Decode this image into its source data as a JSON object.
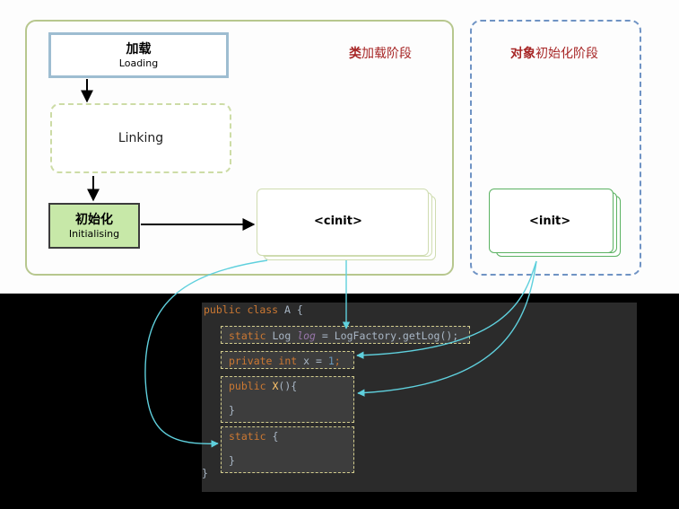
{
  "class_stage": {
    "title_strong": "类",
    "title_rest": "加载阶段",
    "loading": {
      "zh": "加载",
      "en": "Loading"
    },
    "linking": {
      "label": "Linking"
    },
    "initialising": {
      "zh": "初始化",
      "en": "Initialising"
    },
    "cinit": {
      "label": "<cinit>"
    }
  },
  "object_stage": {
    "title_strong": "对象",
    "title_rest": "初始化阶段",
    "init": {
      "label": "<init>"
    }
  },
  "code": {
    "class_decl": {
      "kw1": "public",
      "kw2": "class",
      "name": "A",
      "brace": "{"
    },
    "static_field": {
      "kw": "static",
      "type": "Log",
      "var": "log",
      "rest": " = LogFactory.getLog();"
    },
    "private_field": {
      "kw1": "private",
      "kw2": "int",
      "rest": " x = ",
      "num": "1",
      "end": ";"
    },
    "constructor": {
      "kw": "public",
      "name": "X",
      "rest": "(){",
      "close": "}"
    },
    "static_block": {
      "kw": "static",
      "rest": " {",
      "close": "}"
    },
    "class_close": "}"
  },
  "colors": {
    "class_frame": "#b7c78e",
    "object_frame": "#6f93c4",
    "stage_title": "#a72626",
    "initialising_fill": "#c7e8a8",
    "connector": "#5fd0dd",
    "code_bg": "#2b2b2b"
  }
}
